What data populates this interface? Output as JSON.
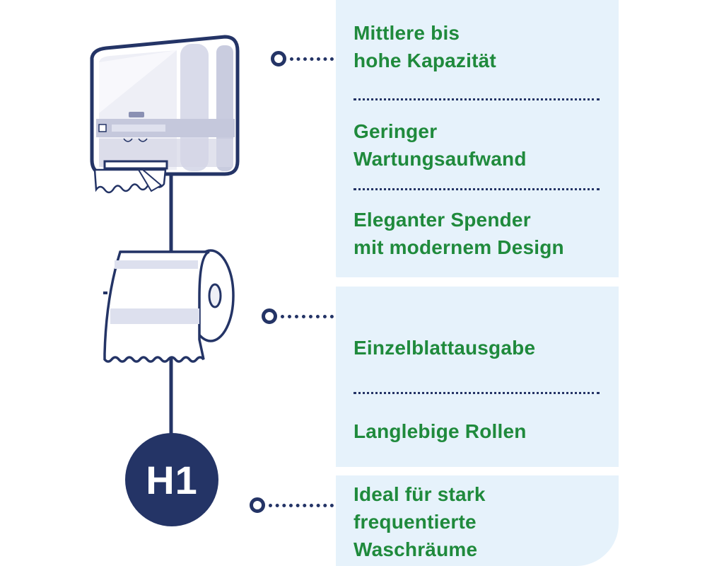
{
  "features": [
    {
      "line1": "Mittlere bis",
      "line2": "hohe Kapazität"
    },
    {
      "line1": "Geringer",
      "line2": "Wartungsaufwand"
    },
    {
      "line1": "Eleganter Spender",
      "line2": "mit modernem Design"
    },
    {
      "line1": "Einzelblattausgabe"
    },
    {
      "line1": "Langlebige Rollen"
    },
    {
      "line1": "Ideal für stark",
      "line2": "frequentierte",
      "line3": "Waschräume"
    }
  ],
  "badge": {
    "label": "H1"
  },
  "colors": {
    "navy": "#243466",
    "green": "#1f8a3c",
    "panel": "#e6f2fb"
  },
  "icons": [
    "paper-towel-dispenser-icon",
    "paper-towel-roll-icon",
    "tork-logo"
  ]
}
